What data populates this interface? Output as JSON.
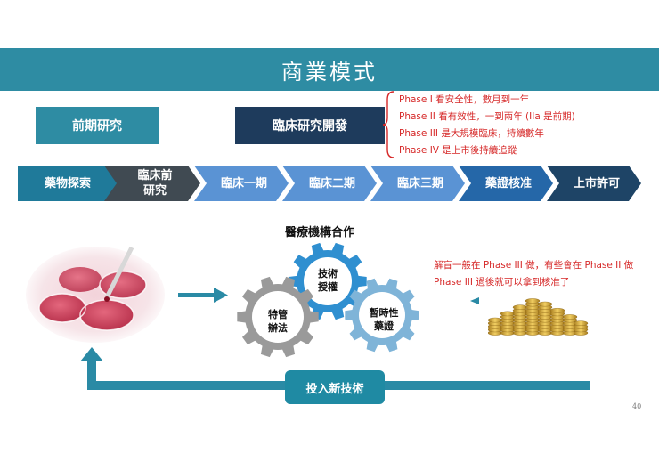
{
  "slide": {
    "title": "商業模式",
    "page_number": "40"
  },
  "top_boxes": {
    "early_research": "前期研究",
    "clinical_development": "臨床研究開發"
  },
  "phase_notes": [
    "Phase I 看安全性，數月到一年",
    "Phase II 看有效性，一到兩年 (IIa 是前期)",
    "Phase III 是大規模臨床，持續數年",
    "Phase IV 是上市後持續追蹤"
  ],
  "pipeline": [
    {
      "label": "藥物探索",
      "color": "#1f7a9a"
    },
    {
      "label": "臨床前\n研究",
      "color": "#404a52"
    },
    {
      "label": "臨床一期",
      "color": "#5a93d4"
    },
    {
      "label": "臨床二期",
      "color": "#5a93d4"
    },
    {
      "label": "臨床三期",
      "color": "#5a93d4"
    },
    {
      "label": "藥證核准",
      "color": "#2567a8"
    },
    {
      "label": "上市許可",
      "color": "#1e4466"
    }
  ],
  "cooperation": {
    "title": "醫療機構合作",
    "gears": [
      {
        "label": "技術\n授權",
        "color": "#2f8fd0"
      },
      {
        "label": "特管\n辦法",
        "color": "#9a9a9a"
      },
      {
        "label": "暫時性\n藥證",
        "color": "#7fb4d8"
      }
    ]
  },
  "explain_notes": [
    "解盲一般在 Phase III 做，有些會在 Phase II 做",
    "Phase III 過後就可以拿到核准了"
  ],
  "invest_label": "投入新技術",
  "colors": {
    "title_bar": "#2e8ca3",
    "note_red": "#d62828",
    "loop_arrow": "#2a8aa5"
  }
}
